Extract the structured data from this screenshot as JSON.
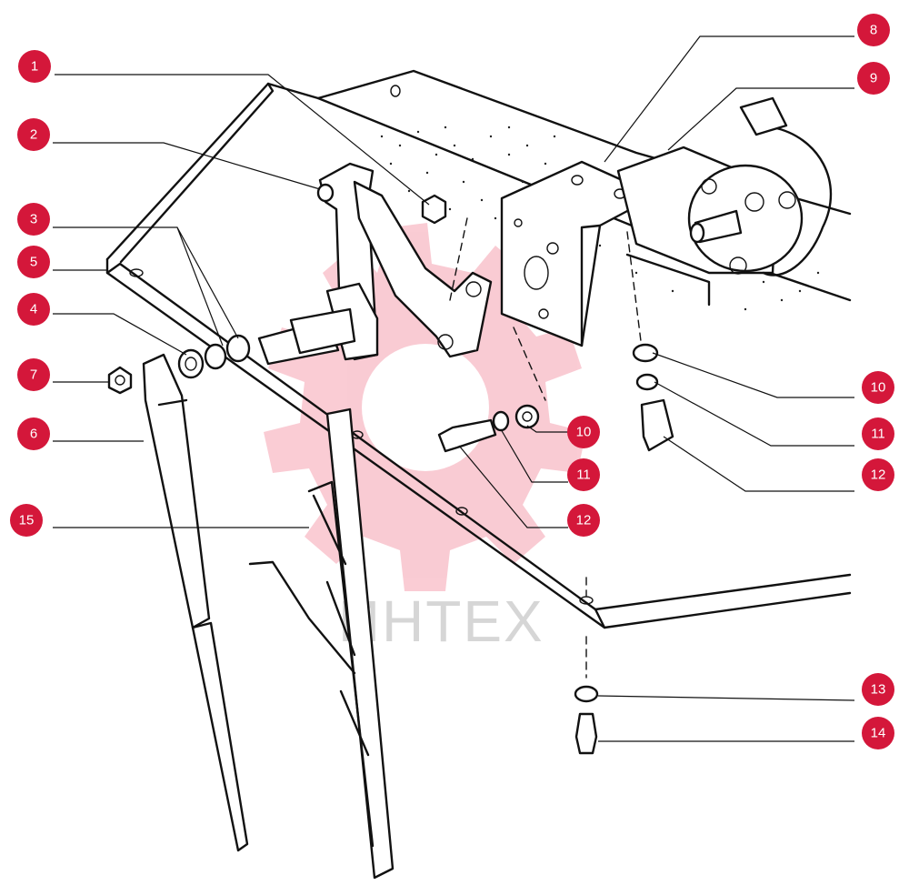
{
  "diagram": {
    "watermark_text": "ИНТЕХ",
    "accent_color": "#d4173a",
    "badge_text_color": "#ffffff",
    "callouts": [
      "1",
      "2",
      "3",
      "5",
      "4",
      "7",
      "6",
      "15",
      "8",
      "9",
      "10",
      "11",
      "12",
      "10",
      "11",
      "12",
      "13",
      "14"
    ]
  }
}
